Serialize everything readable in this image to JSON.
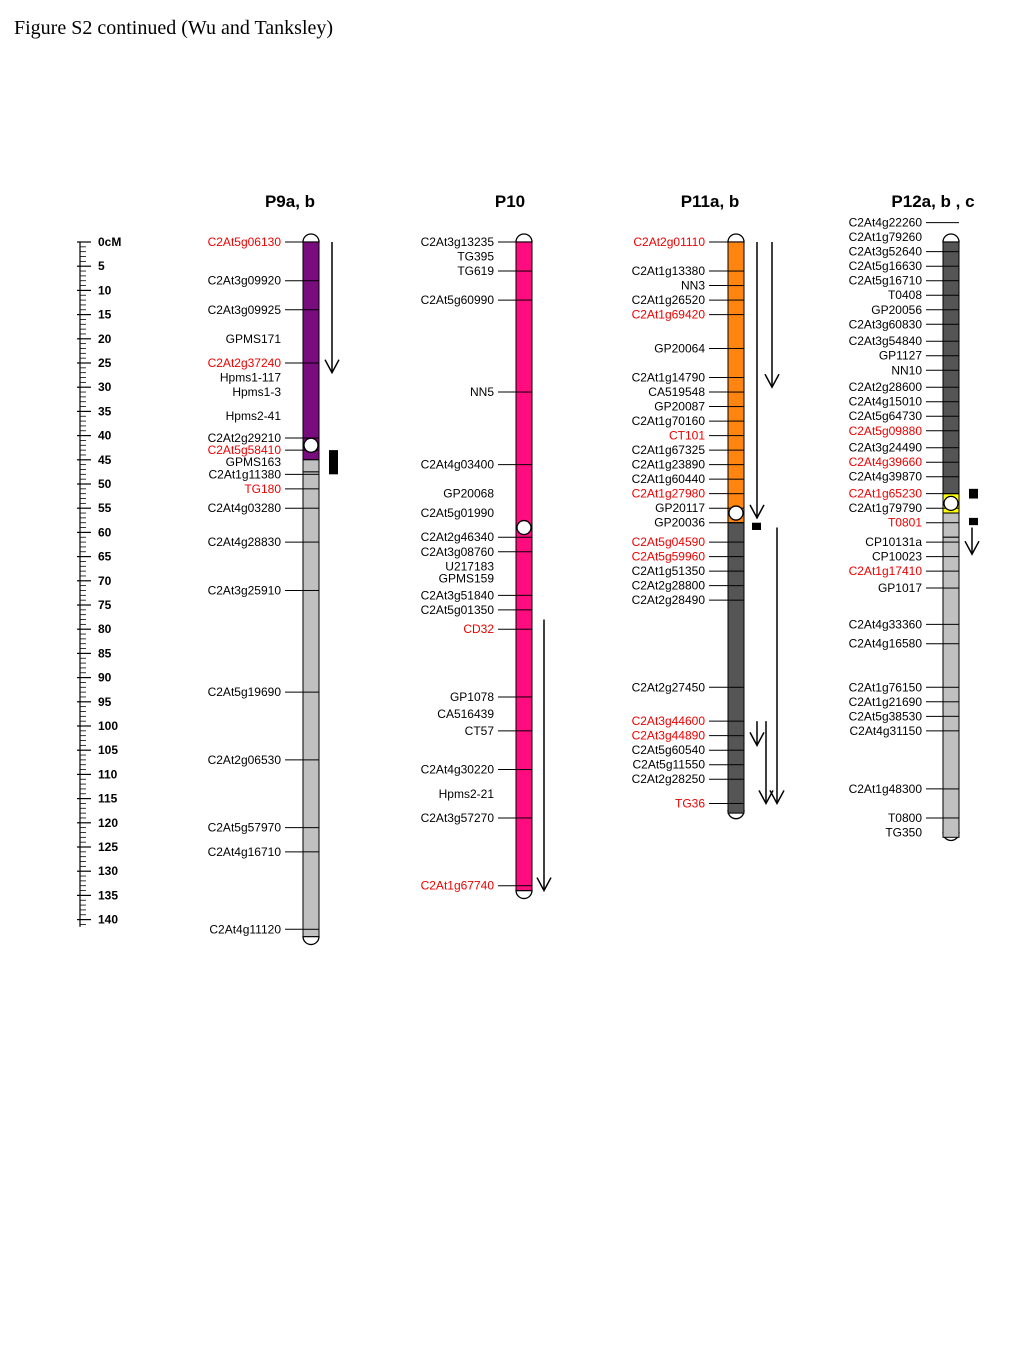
{
  "figure_title": "Figure S2 continued (Wu and Tanksley)",
  "colors": {
    "P9": "#7a0d7e",
    "P10": "#ff0d7f",
    "P11": "#ff8410",
    "dark_gray": "#555555",
    "light_gray": "#c0c0c0",
    "yellow": "#ffff00",
    "red_label": "#ee0000",
    "black": "#000000"
  },
  "scale": {
    "unit_label": "0cM",
    "labels": [
      "0cM",
      "5",
      "10",
      "15",
      "20",
      "25",
      "30",
      "35",
      "40",
      "45",
      "50",
      "55",
      "60",
      "65",
      "70",
      "75",
      "80",
      "85",
      "90",
      "95",
      "100",
      "105",
      "110",
      "115",
      "120",
      "125",
      "130",
      "135",
      "140"
    ]
  },
  "chromosomes": [
    {
      "title": "P9a, b",
      "segments": [
        {
          "from": 0,
          "to": 45,
          "color": "P9"
        },
        {
          "from": 45,
          "to": 47.5,
          "color": "light_gray"
        },
        {
          "from": 47.5,
          "to": 143.5,
          "color": "light_gray"
        }
      ],
      "centromere_cm": 42,
      "markers": [
        {
          "name": "C2At5g06130",
          "cm": 0,
          "red": true
        },
        {
          "name": "C2At3g09920",
          "cm": 8
        },
        {
          "name": "C2At3g09925",
          "cm": 14
        },
        {
          "name": "GPMS171",
          "cm": 20,
          "nobar": true
        },
        {
          "name": "C2At2g37240",
          "cm": 25,
          "red": true
        },
        {
          "name": "Hpms1-117",
          "cm": 28,
          "nobar": true
        },
        {
          "name": "Hpms1-3",
          "cm": 31,
          "nobar": true
        },
        {
          "name": "Hpms2-41",
          "cm": 36,
          "nobar": true
        },
        {
          "name": "C2At2g29210",
          "cm": 40.5
        },
        {
          "name": "C2At5g58410",
          "cm": 43,
          "red": true
        },
        {
          "name": "GPMS163",
          "cm": 45.5,
          "nobar": true
        },
        {
          "name": "C2At1g11380",
          "cm": 48
        },
        {
          "name": "TG180",
          "cm": 51,
          "red": true
        },
        {
          "name": "C2At4g03280",
          "cm": 55
        },
        {
          "name": "C2At4g28830",
          "cm": 62
        },
        {
          "name": "C2At3g25910",
          "cm": 72
        },
        {
          "name": "C2At5g19690",
          "cm": 93
        },
        {
          "name": "C2At2g06530",
          "cm": 107
        },
        {
          "name": "C2At5g57970",
          "cm": 121
        },
        {
          "name": "C2At4g16710",
          "cm": 126
        },
        {
          "name": "C2At4g11120",
          "cm": 142
        }
      ]
    },
    {
      "title": "P10",
      "segments": [
        {
          "from": 0,
          "to": 134,
          "color": "P10"
        }
      ],
      "centromere_cm": 59,
      "markers": [
        {
          "name": "C2At3g13235",
          "cm": 0
        },
        {
          "name": "TG395",
          "cm": 3,
          "nobar": true
        },
        {
          "name": "TG619",
          "cm": 6
        },
        {
          "name": "C2At5g60990",
          "cm": 12
        },
        {
          "name": "NN5",
          "cm": 31
        },
        {
          "name": "C2At4g03400",
          "cm": 46
        },
        {
          "name": "GP20068",
          "cm": 52,
          "nobar": true
        },
        {
          "name": "C2At5g01990",
          "cm": 56,
          "nobar": true
        },
        {
          "name": "C2At2g46340",
          "cm": 61
        },
        {
          "name": "C2At3g08760",
          "cm": 64
        },
        {
          "name": "U217183",
          "cm": 67,
          "nobar": true
        },
        {
          "name": "GPMS159",
          "cm": 69.5,
          "nobar": true
        },
        {
          "name": "C2At3g51840",
          "cm": 73
        },
        {
          "name": "C2At5g01350",
          "cm": 76
        },
        {
          "name": "CD32",
          "cm": 80,
          "red": true
        },
        {
          "name": "GP1078",
          "cm": 94
        },
        {
          "name": "CA516439",
          "cm": 97.5,
          "nobar": true
        },
        {
          "name": "CT57",
          "cm": 101
        },
        {
          "name": "C2At4g30220",
          "cm": 109
        },
        {
          "name": "Hpms2-21",
          "cm": 114,
          "nobar": true
        },
        {
          "name": "C2At3g57270",
          "cm": 119
        },
        {
          "name": "C2At1g67740",
          "cm": 133,
          "red": true
        }
      ]
    },
    {
      "title": "P11a, b",
      "segments": [
        {
          "from": 0,
          "to": 58,
          "color": "P11"
        },
        {
          "from": 58,
          "to": 118,
          "color": "dark_gray"
        }
      ],
      "centromere_cm": 56,
      "markers": [
        {
          "name": "C2At2g01110",
          "cm": 0,
          "red": true
        },
        {
          "name": "C2At1g13380",
          "cm": 6
        },
        {
          "name": "NN3",
          "cm": 9
        },
        {
          "name": "C2At1g26520",
          "cm": 12
        },
        {
          "name": "C2At1g69420",
          "cm": 15,
          "red": true
        },
        {
          "name": "GP20064",
          "cm": 22
        },
        {
          "name": "C2At1g14790",
          "cm": 28
        },
        {
          "name": "CA519548",
          "cm": 31
        },
        {
          "name": "GP20087",
          "cm": 34
        },
        {
          "name": "C2At1g70160",
          "cm": 37
        },
        {
          "name": "CT101",
          "cm": 40,
          "red": true
        },
        {
          "name": "C2At1g67325",
          "cm": 43
        },
        {
          "name": "C2At1g23890",
          "cm": 46
        },
        {
          "name": "C2At1g60440",
          "cm": 49
        },
        {
          "name": "C2At1g27980",
          "cm": 52,
          "red": true
        },
        {
          "name": "GP20117",
          "cm": 55
        },
        {
          "name": "GP20036",
          "cm": 58
        },
        {
          "name": "C2At5g04590",
          "cm": 62,
          "red": true
        },
        {
          "name": "C2At5g59960",
          "cm": 65,
          "red": true
        },
        {
          "name": "C2At1g51350",
          "cm": 68
        },
        {
          "name": "C2At2g28800",
          "cm": 71
        },
        {
          "name": "C2At2g28490",
          "cm": 74
        },
        {
          "name": "C2At2g27450",
          "cm": 92
        },
        {
          "name": "C2At3g44600",
          "cm": 99,
          "red": true
        },
        {
          "name": "C2At3g44890",
          "cm": 102,
          "red": true
        },
        {
          "name": "C2At5g60540",
          "cm": 105
        },
        {
          "name": "C2At5g11550",
          "cm": 108
        },
        {
          "name": "C2At2g28250",
          "cm": 111
        },
        {
          "name": "TG36",
          "cm": 116,
          "red": true
        }
      ]
    },
    {
      "title": "P12a, b , c",
      "segments": [
        {
          "from": 0,
          "to": 52,
          "color": "dark_gray"
        },
        {
          "from": 52,
          "to": 56,
          "color": "yellow"
        },
        {
          "from": 56,
          "to": 61,
          "color": "light_gray"
        },
        {
          "from": 61,
          "to": 123,
          "color": "light_gray"
        }
      ],
      "centromere_cm": 54,
      "markers": [
        {
          "name": "C2At4g22260",
          "cm": -4
        },
        {
          "name": "C2At1g79260",
          "cm": -1,
          "nobar": true
        },
        {
          "name": "C2At3g52640",
          "cm": 2
        },
        {
          "name": "C2At5g16630",
          "cm": 5
        },
        {
          "name": "C2At5g16710",
          "cm": 8
        },
        {
          "name": "T0408",
          "cm": 11
        },
        {
          "name": "GP20056",
          "cm": 14
        },
        {
          "name": "C2At3g60830",
          "cm": 17
        },
        {
          "name": "C2At3g54840",
          "cm": 20.5
        },
        {
          "name": "GP1127",
          "cm": 23.5
        },
        {
          "name": "NN10",
          "cm": 26.5
        },
        {
          "name": "C2At2g28600",
          "cm": 30
        },
        {
          "name": "C2At4g15010",
          "cm": 33
        },
        {
          "name": "C2At5g64730",
          "cm": 36
        },
        {
          "name": "C2At5g09880",
          "cm": 39,
          "red": true
        },
        {
          "name": "C2At3g24490",
          "cm": 42.5
        },
        {
          "name": "C2At4g39660",
          "cm": 45.5,
          "red": true
        },
        {
          "name": "C2At4g39870",
          "cm": 48.5
        },
        {
          "name": "C2At1g65230",
          "cm": 52,
          "red": true
        },
        {
          "name": "C2At1g79790",
          "cm": 55
        },
        {
          "name": "T0801",
          "cm": 58,
          "red": true
        },
        {
          "name": "CP10131a",
          "cm": 62
        },
        {
          "name": "CP10023",
          "cm": 65
        },
        {
          "name": "C2At1g17410",
          "cm": 68,
          "red": true
        },
        {
          "name": "GP1017",
          "cm": 71.5
        },
        {
          "name": "C2At4g33360",
          "cm": 79
        },
        {
          "name": "C2At4g16580",
          "cm": 83
        },
        {
          "name": "C2At1g76150",
          "cm": 92
        },
        {
          "name": "C2At1g21690",
          "cm": 95
        },
        {
          "name": "C2At5g38530",
          "cm": 98
        },
        {
          "name": "C2At4g31150",
          "cm": 101
        },
        {
          "name": "C2At1g48300",
          "cm": 113
        },
        {
          "name": "T0800",
          "cm": 119
        },
        {
          "name": "TG350",
          "cm": 122,
          "nobar": true
        }
      ]
    }
  ]
}
